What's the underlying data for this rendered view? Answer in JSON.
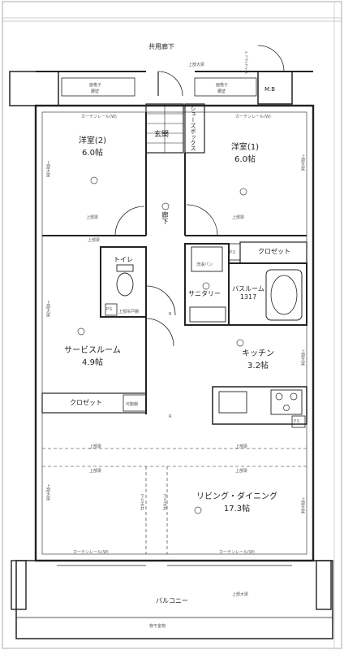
{
  "header": {
    "corridor": "共用廊下"
  },
  "rooms": {
    "western2": {
      "name": "洋室(2)",
      "area": "6.0帖"
    },
    "western1": {
      "name": "洋室(1)",
      "area": "6.0帖"
    },
    "entrance": {
      "name": "玄関"
    },
    "shoebox": {
      "name": "シューズボックス"
    },
    "hall": {
      "name": "廊下"
    },
    "toilet": {
      "name": "トイレ"
    },
    "sanitary": {
      "name": "サニタリー"
    },
    "bathroom": {
      "name": "バスルーム",
      "code": "1317"
    },
    "closet_top": {
      "name": "クロゼット"
    },
    "service": {
      "name": "サービスルーム",
      "area": "4.9帖"
    },
    "closet_bottom": {
      "name": "クロゼット"
    },
    "kitchen": {
      "name": "キッチン",
      "area": "3.2帖"
    },
    "living": {
      "name": "リビング・ダイニング",
      "area": "17.3帖"
    },
    "balcony": {
      "name": "バルコニー"
    }
  },
  "fixtures": {
    "mb": "M.B",
    "ps": "P.S",
    "washer": "洗濯パン",
    "movable_shelf": "可動棚",
    "lattice_left": "面格子",
    "lattice_right": "面格子",
    "shelf_note": "上部吊戸棚",
    "r": "R",
    "drying_rack": "物干金物"
  },
  "notes": {
    "upper_beam": "上部大梁",
    "beam": "上部梁",
    "curtain_rail": "カーテンレール(W)",
    "lowered_ceiling": "下り天井",
    "waist_wall": "腰壁",
    "top_light": "トップライト"
  }
}
